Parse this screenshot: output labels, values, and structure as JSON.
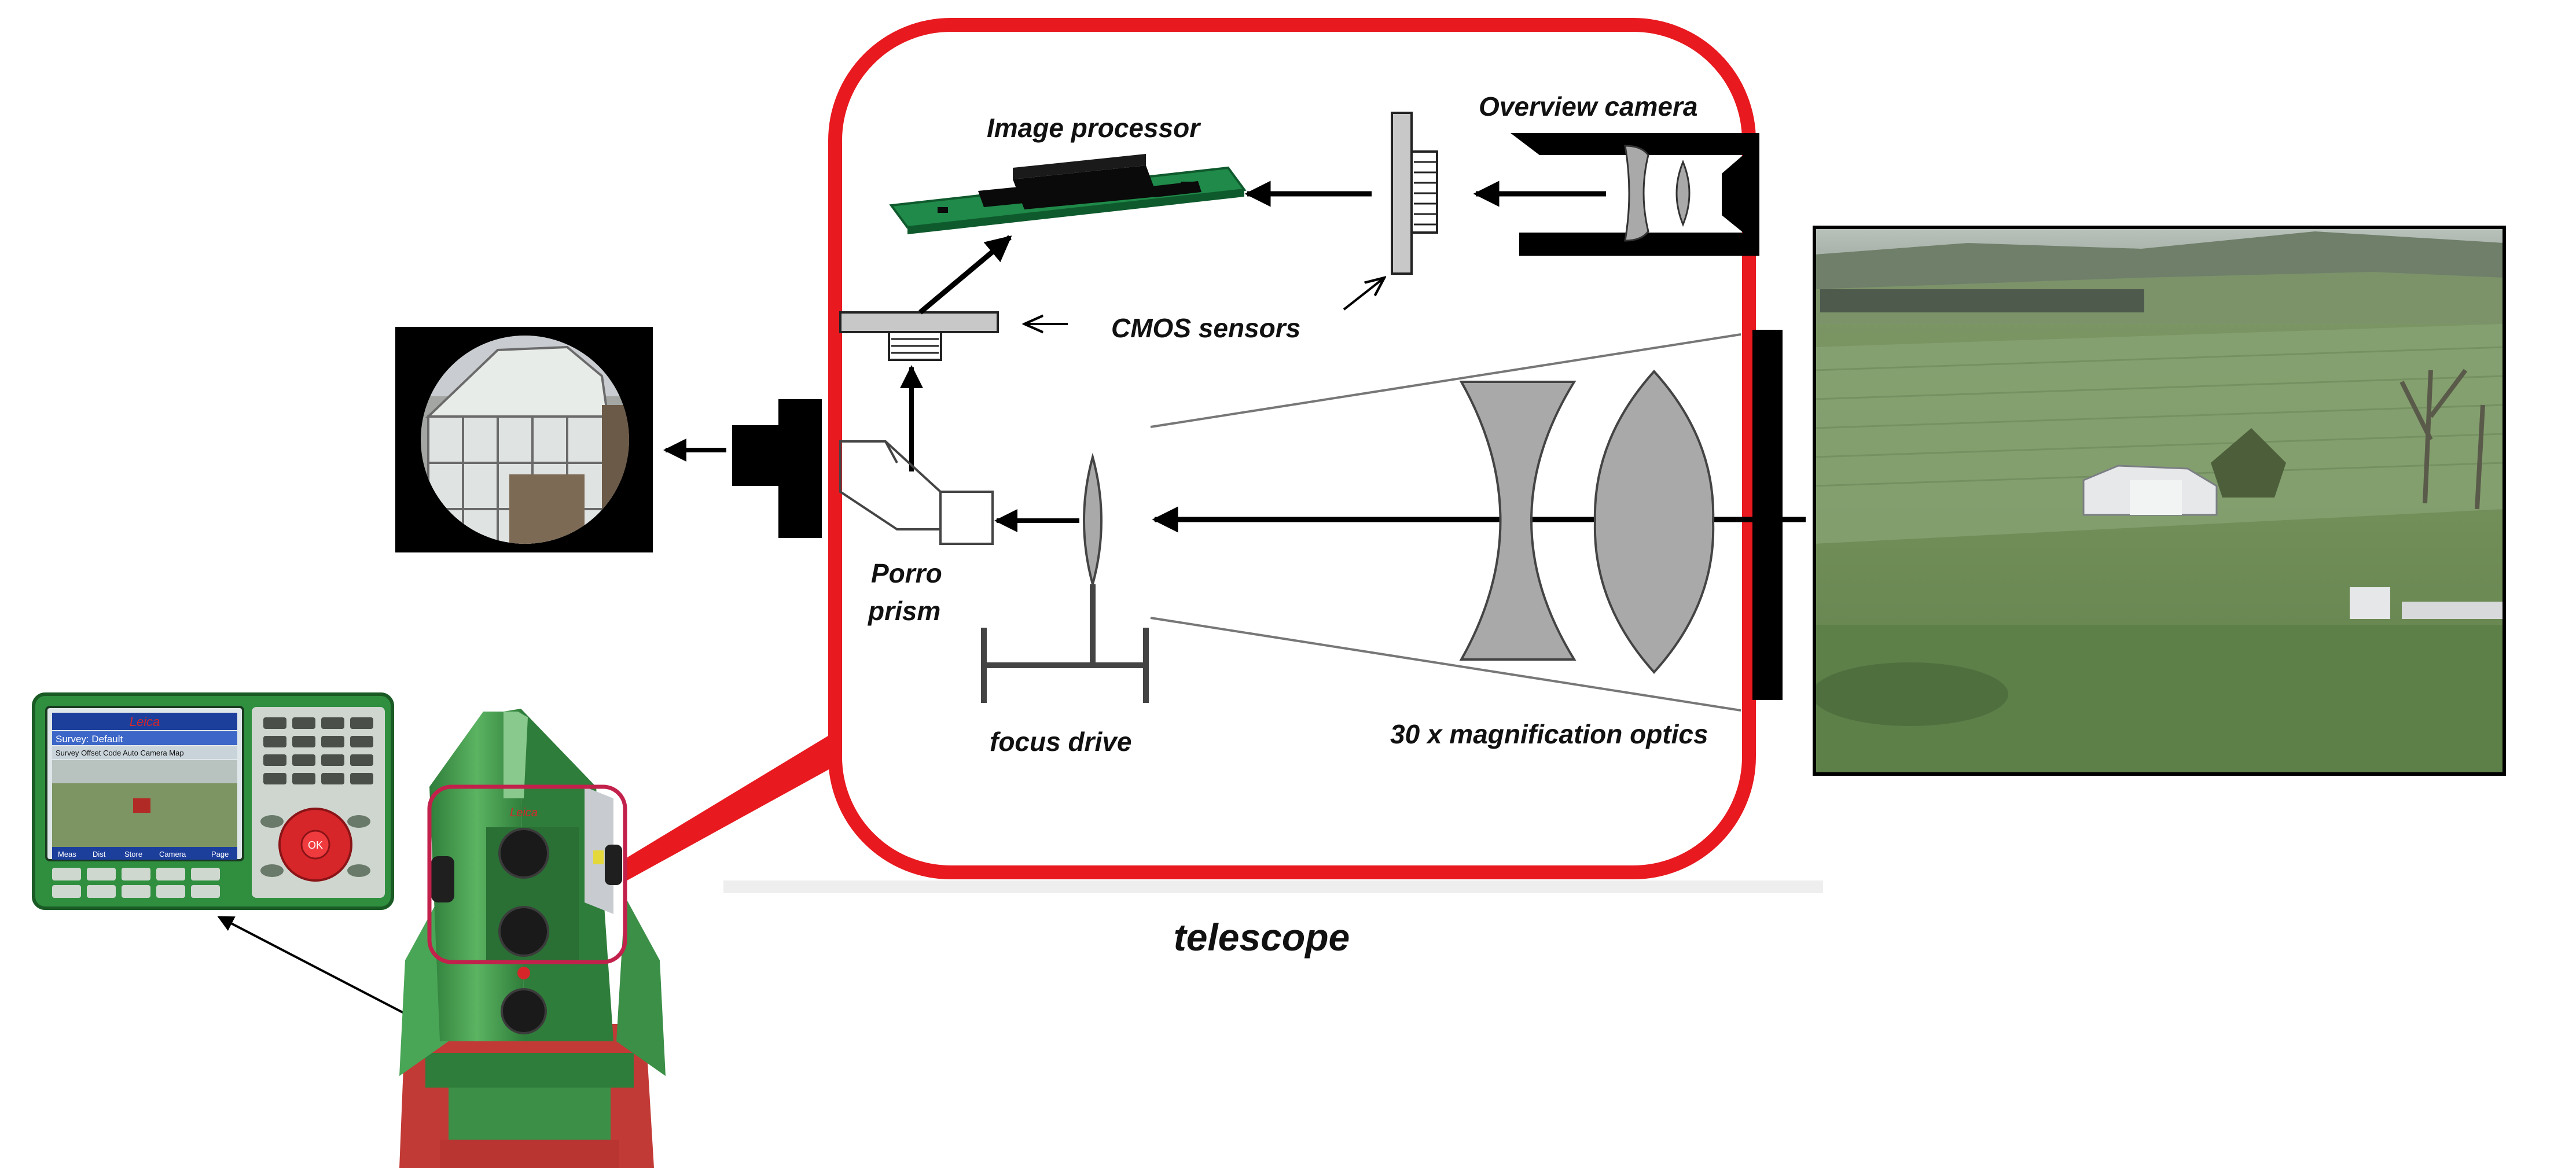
{
  "labels": {
    "image_processor": "Image processor",
    "overview_camera": "Overview camera",
    "cmos_sensors": "CMOS sensors",
    "porro_line1": "Porro",
    "porro_line2": "prism",
    "focus_drive": "focus drive",
    "magnification_optics": "30 x magnification optics",
    "telescope": "telescope"
  },
  "controller": {
    "brand": "Leica",
    "window_title": "Survey: Default",
    "menu": "Survey  Offset  Code  Auto  Camera  Map",
    "softkeys": [
      "Meas",
      "Dist",
      "Store",
      "Camera",
      "Page"
    ],
    "center_key": "OK"
  },
  "colors": {
    "callout_red": "#e8191f",
    "instrument_green": "#3f9a4a",
    "pcb_green": "#1f8a49",
    "lens_gray": "#a9a9a9",
    "sensor_gray": "#c8c8c8"
  }
}
